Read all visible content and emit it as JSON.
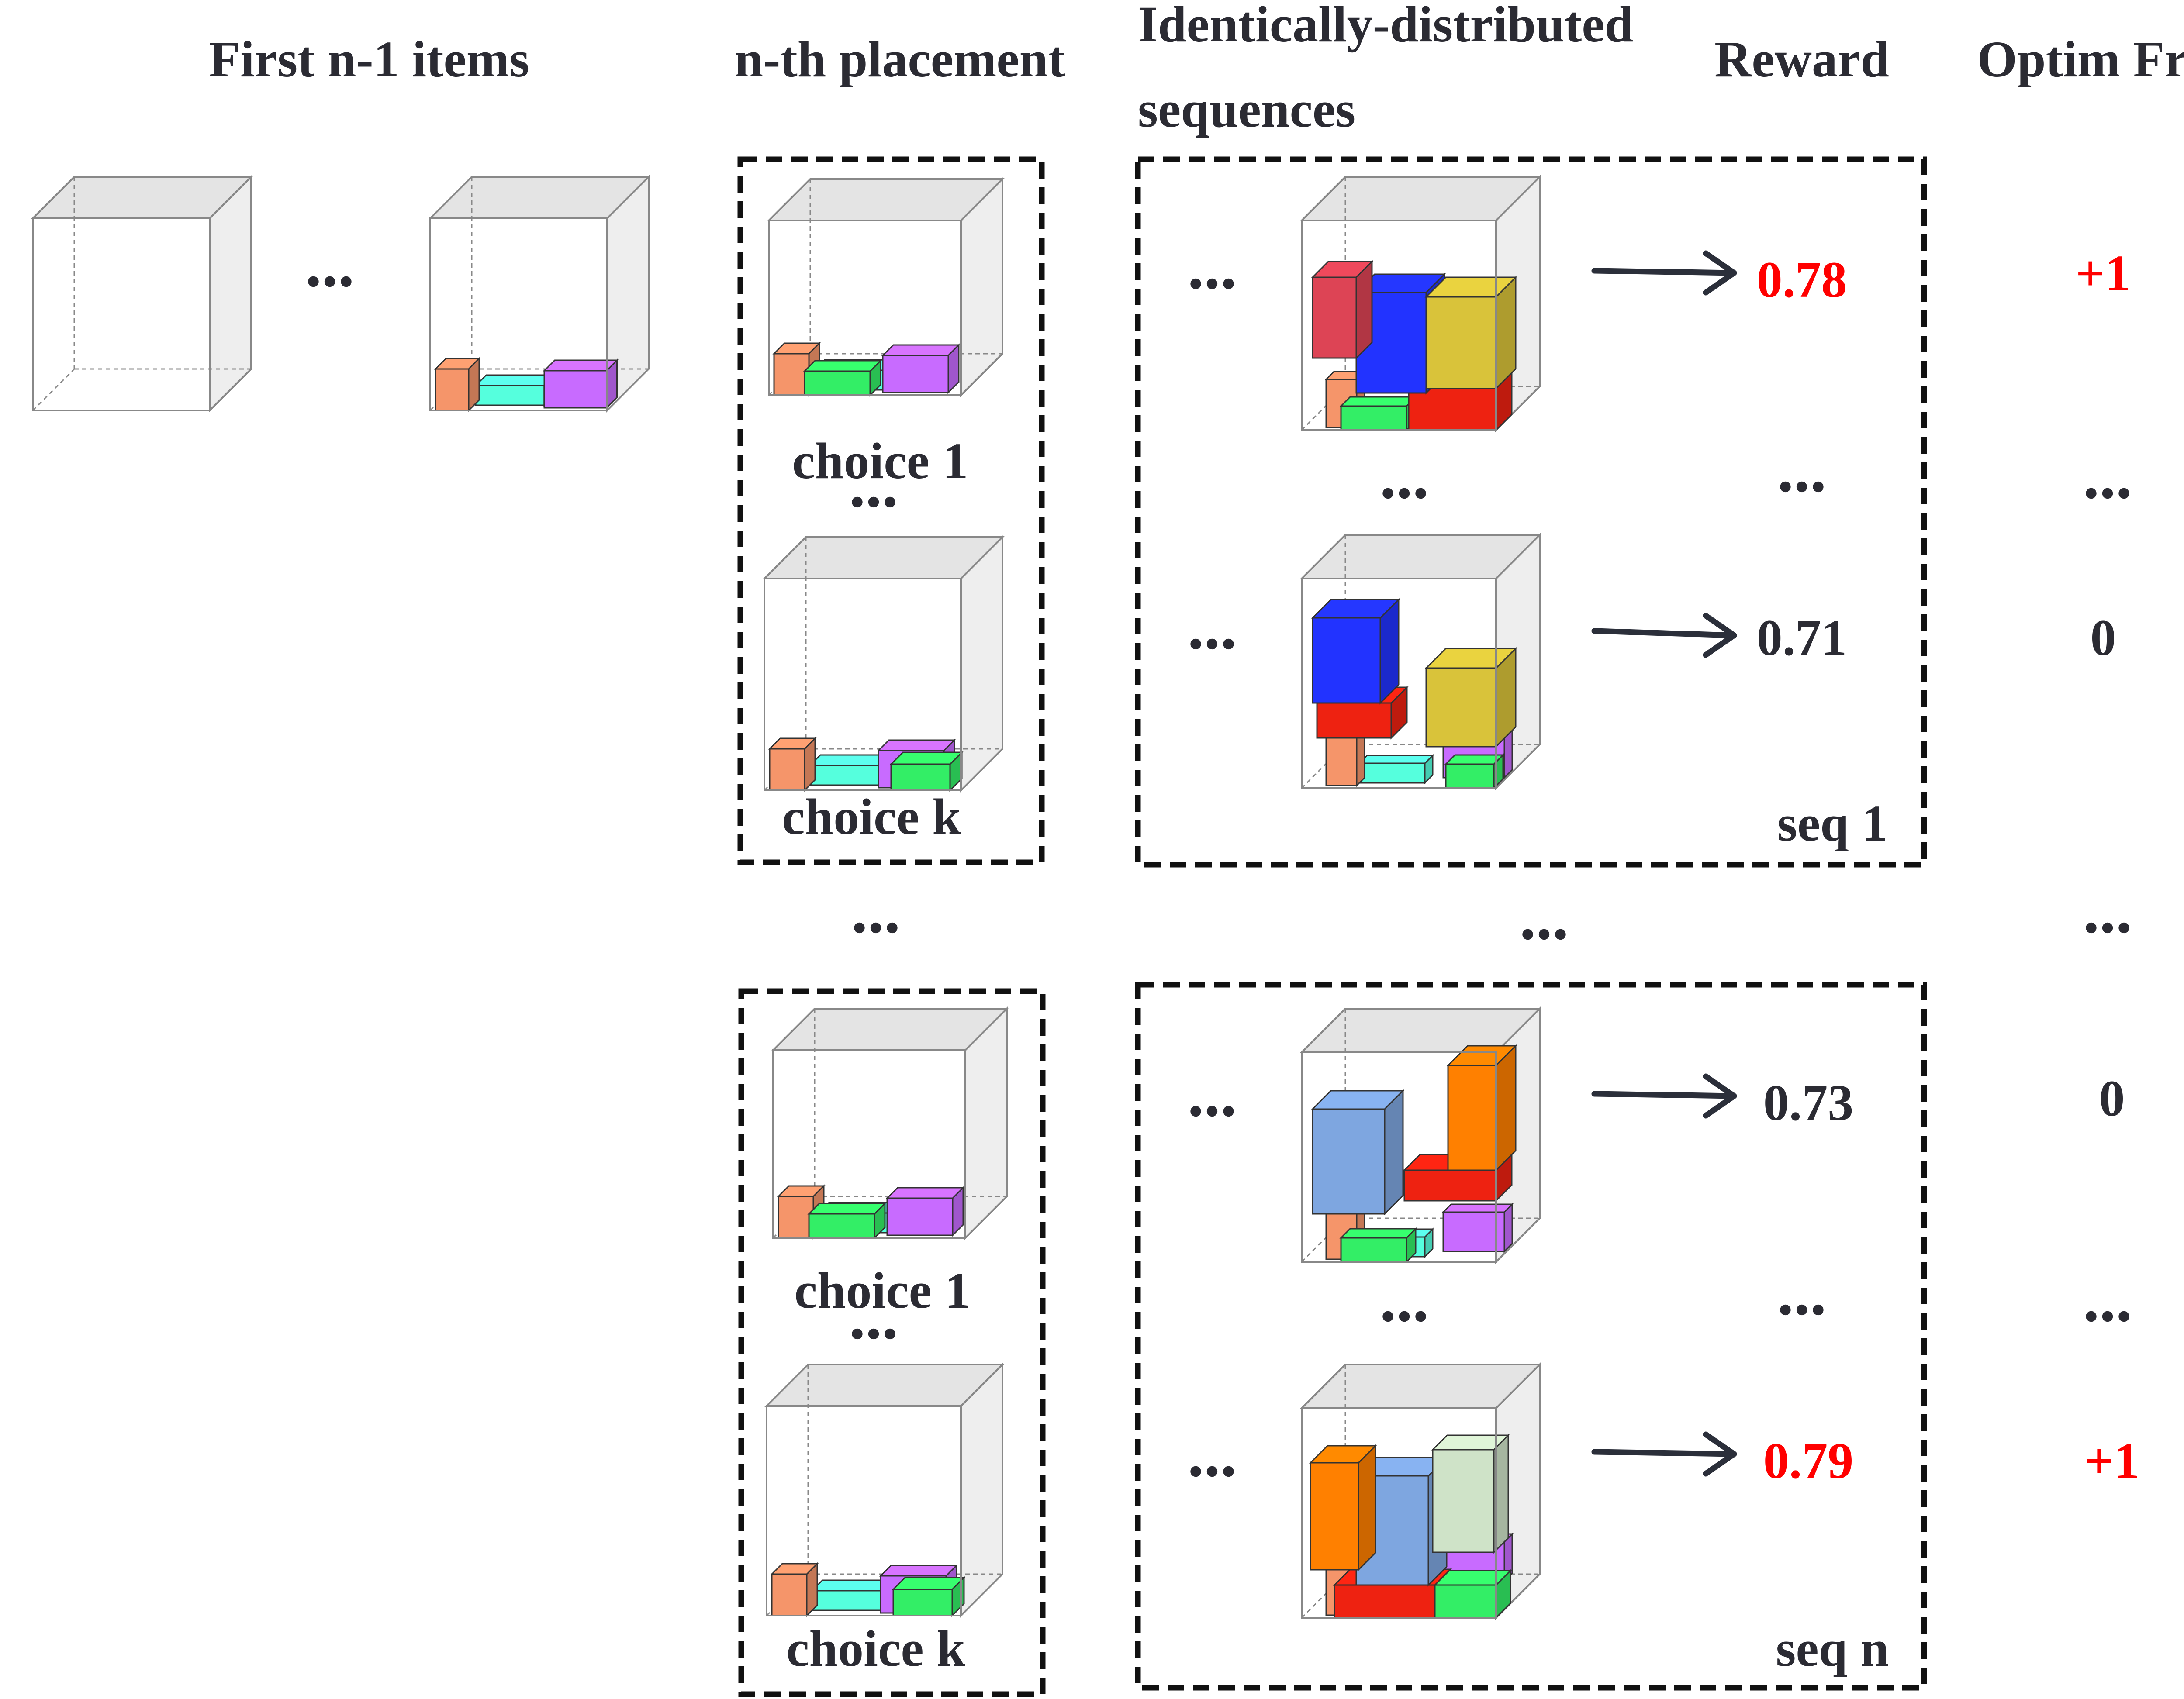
{
  "headers": {
    "first_items": "First n-1 items",
    "nth_placement": "n-th placement",
    "sequences_line1": "Identically-distributed",
    "sequences_line2": "sequences",
    "reward": "Reward",
    "optim_freq": "Optim Freq"
  },
  "ellipsis": "...",
  "choices": {
    "group1_first": "choice 1",
    "group1_last": "choice k",
    "group2_first": "choice 1",
    "group2_last": "choice k"
  },
  "sequences": [
    {
      "label": "seq 1",
      "rows": [
        {
          "reward": "0.78",
          "freq": "+1",
          "best": true
        },
        {
          "reward": "0.71",
          "freq": "0",
          "best": false
        }
      ]
    },
    {
      "label": "seq n",
      "rows": [
        {
          "reward": "0.73",
          "freq": "0",
          "best": false
        },
        {
          "reward": "0.79",
          "freq": "+1",
          "best": true
        }
      ]
    }
  ],
  "colors": {
    "highlight": "#ff0000",
    "text": "#2b2b33",
    "salmon": "#f5956a",
    "cyan": "#55ffdd",
    "purple": "#c86bff",
    "green": "#33ee66",
    "crimson": "#dd4455",
    "blue": "#2233ff",
    "gold": "#d9c33a",
    "red": "#ee2211",
    "steel": "#7ea6e0",
    "orange": "#ff8000",
    "sage": "#cfe3c8"
  }
}
